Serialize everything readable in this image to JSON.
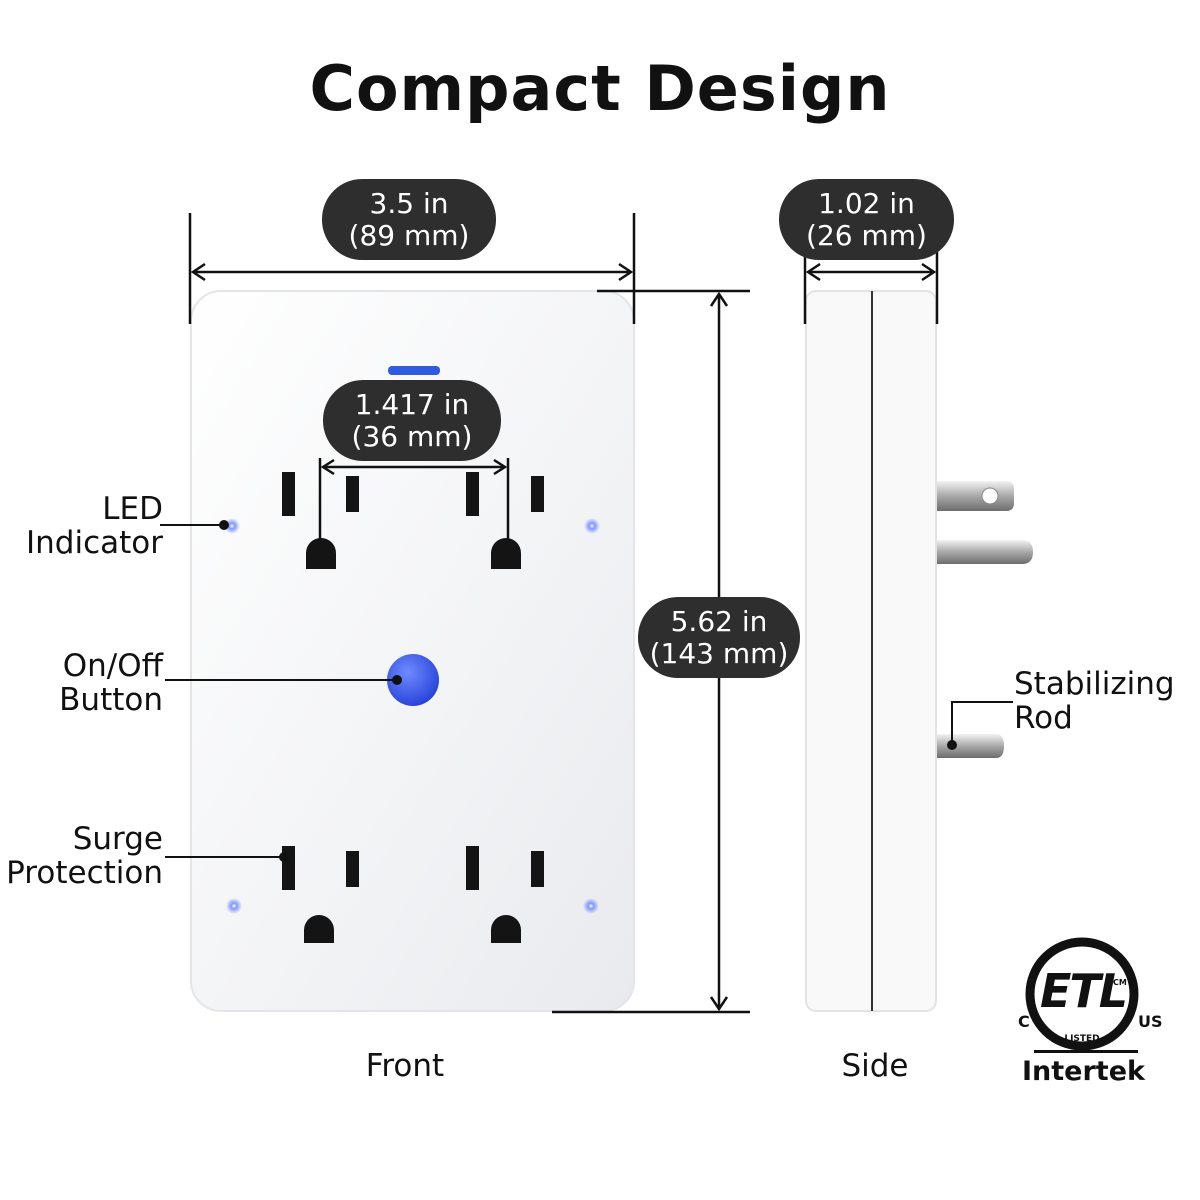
{
  "title": "Compact Design",
  "dimensions": {
    "width": {
      "line1": "3.5 in",
      "line2": "(89 mm)"
    },
    "depth": {
      "line1": "1.02 in",
      "line2": "(26 mm)"
    },
    "outlet_spacing": {
      "line1": "1.417 in",
      "line2": "(36 mm)"
    },
    "height": {
      "line1": "5.62 in",
      "line2": "(143 mm)"
    }
  },
  "callouts": {
    "led": {
      "line1": "LED",
      "line2": "Indicator"
    },
    "button": {
      "line1": "On/Off",
      "line2": "Button"
    },
    "surge": {
      "line1": "Surge",
      "line2": "Protection"
    },
    "rod": {
      "line1": "Stabilizing",
      "line2": "Rod"
    }
  },
  "views": {
    "front": "Front",
    "side": "Side"
  },
  "certification": {
    "mark": "ETL",
    "c": "C",
    "us": "US",
    "cm": "CM",
    "listed": "LISTED",
    "brand": "Intertek"
  },
  "colors": {
    "accent_blue": "#2f5be0",
    "pill": "#2e2e2e",
    "line": "#111111"
  }
}
